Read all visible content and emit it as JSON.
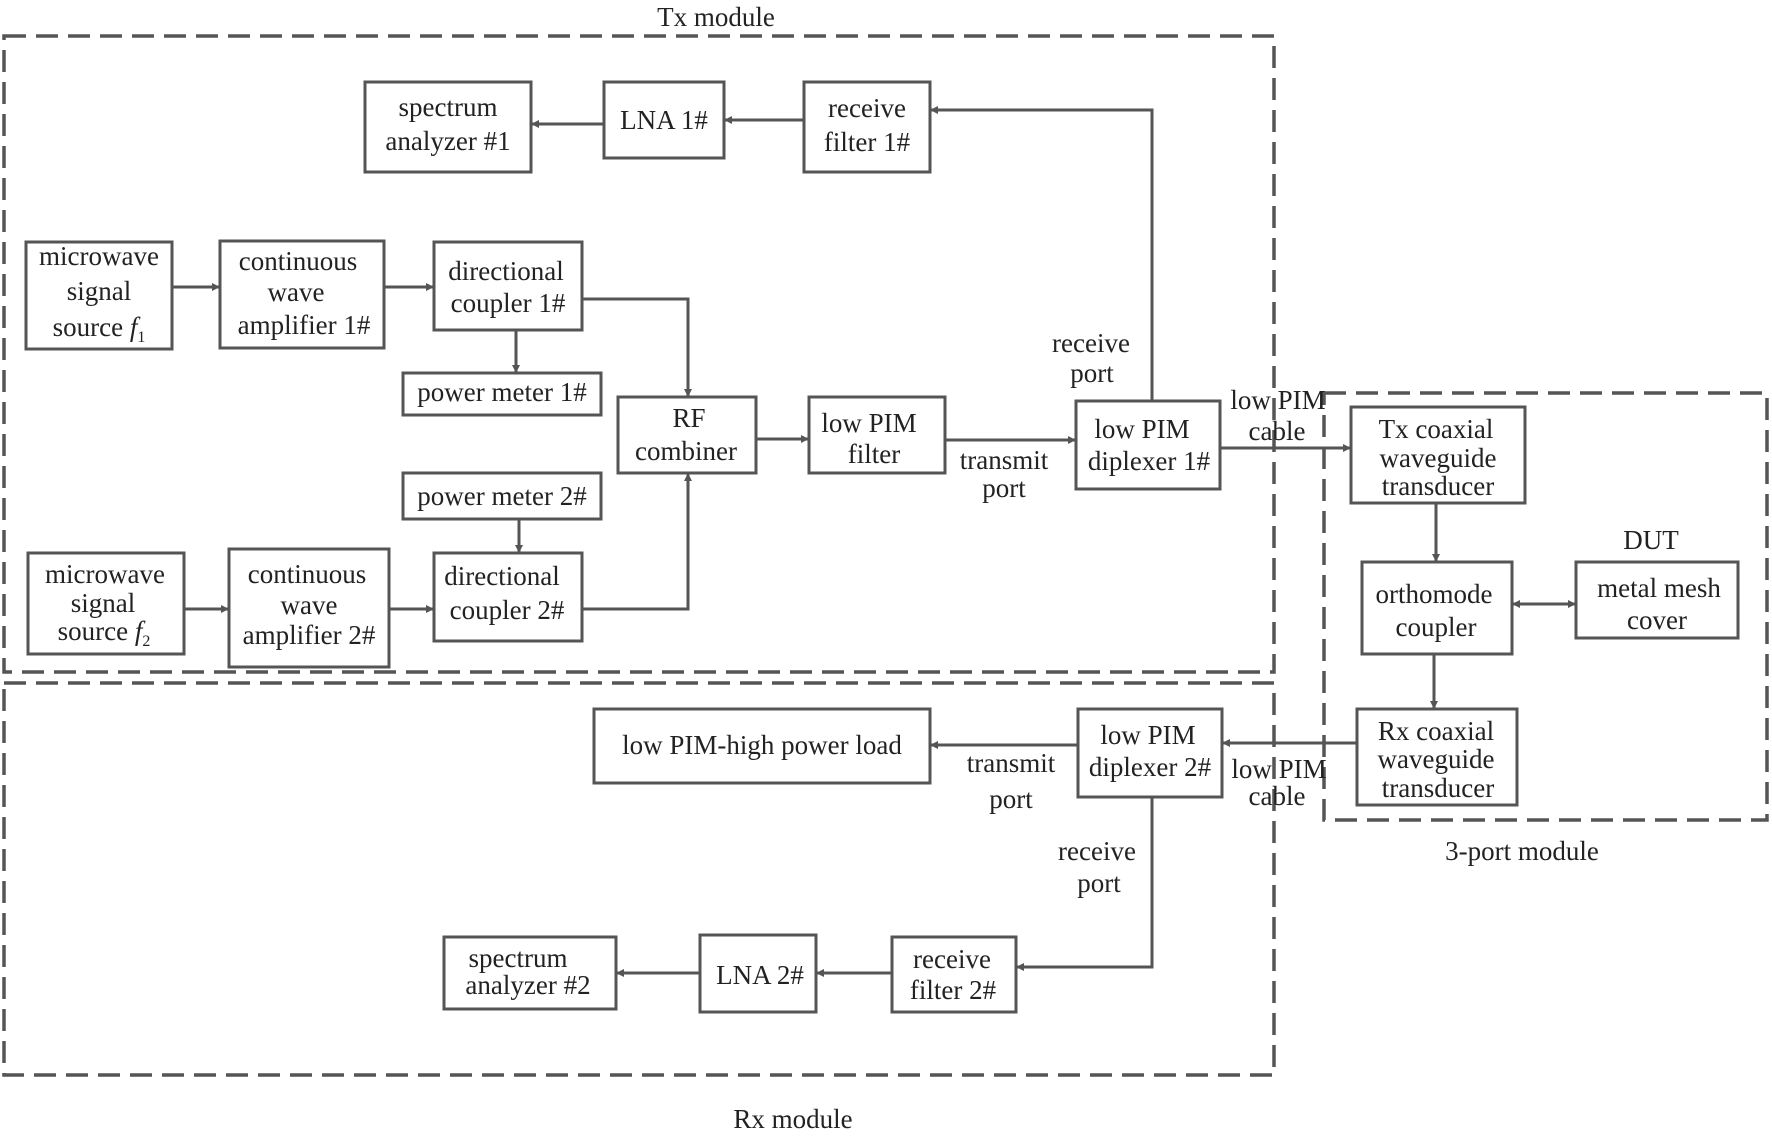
{
  "modules": {
    "tx": "Tx module",
    "rx": "Rx module",
    "port3": "3-port module"
  },
  "tx": {
    "spectrum1": [
      "spectrum",
      "analyzer #1"
    ],
    "lna1": "LNA 1#",
    "rx_filter1": [
      "receive",
      "filter 1#"
    ],
    "source1": {
      "line1": "microwave",
      "line2": "signal",
      "line3": "source ",
      "symbol": "f",
      "subscript": "1"
    },
    "amp1": [
      "continuous",
      "wave",
      "amplifier 1#"
    ],
    "coupler1": [
      "directional",
      "coupler  1#"
    ],
    "power_meter1": "power meter  1#",
    "combiner": [
      "RF",
      "combiner"
    ],
    "pim_filter": [
      "low PIM",
      "filter"
    ],
    "power_meter2": "power meter  2#",
    "source2": {
      "line1": "microwave",
      "line2": "signal",
      "line3": "source ",
      "symbol": "f",
      "subscript": "2"
    },
    "amp2": [
      "continuous",
      "wave",
      "amplifier 2#"
    ],
    "coupler2": [
      "directional",
      "coupler  2#"
    ],
    "diplexer1": [
      "low PIM",
      "diplexer  1#"
    ],
    "receive_port1": [
      "receive",
      "port"
    ],
    "transmit_port1": [
      "transmit",
      "port"
    ]
  },
  "cable_top": [
    "low PIM",
    "cable"
  ],
  "cable_bottom": [
    "low PIM",
    "cable"
  ],
  "port3": {
    "tx_transducer": [
      "Tx coaxial",
      "waveguide",
      "transducer"
    ],
    "orthomode": [
      "orthomode",
      "coupler"
    ],
    "dut": "DUT",
    "mesh": [
      "metal mesh",
      "cover"
    ],
    "rx_transducer": [
      "Rx coaxial",
      "waveguide",
      "transducer"
    ]
  },
  "rx": {
    "load": "low PIM-high power load",
    "diplexer2": [
      "low PIM",
      "diplexer 2#"
    ],
    "transmit_port2": [
      "transmit",
      "port"
    ],
    "receive_port2": [
      "receive",
      "port"
    ],
    "spectrum2": [
      "spectrum",
      "analyzer #2"
    ],
    "lna2": "LNA 2#",
    "rx_filter2": [
      "receive",
      "filter 2#"
    ]
  }
}
